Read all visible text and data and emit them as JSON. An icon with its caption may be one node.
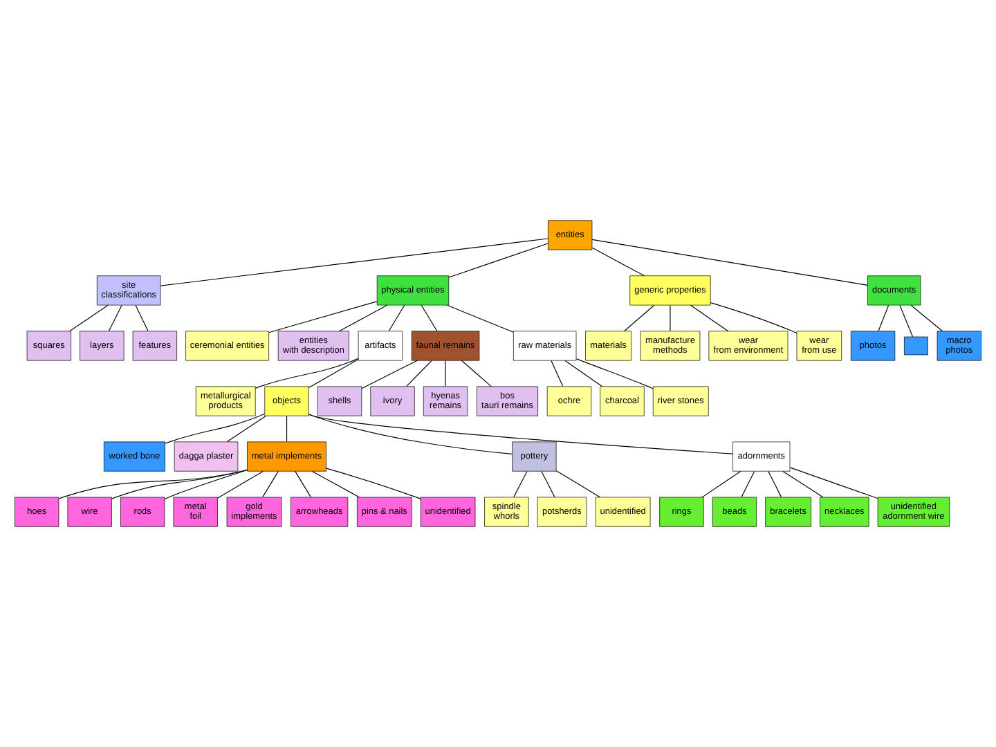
{
  "diagram": {
    "nodes": [
      {
        "text": [
          "entities"
        ]
      },
      {
        "text": [
          "site classifications"
        ]
      },
      {
        "text": [
          "squares"
        ]
      },
      {
        "text": [
          "layers"
        ]
      },
      {
        "text": [
          "features"
        ]
      },
      {
        "text": [
          "physical entities"
        ]
      },
      {
        "text": [
          "ceremonial entities"
        ]
      },
      {
        "text": [
          "entities with description"
        ]
      },
      {
        "text": [
          "artifacts"
        ]
      },
      {
        "text": [
          "faunal remains"
        ]
      },
      {
        "text": [
          "shells"
        ]
      },
      {
        "text": [
          "ivory"
        ]
      },
      {
        "text": [
          "hyenas remains"
        ]
      },
      {
        "text": [
          "bos tauri remains"
        ]
      },
      {
        "text": [
          "raw materials"
        ]
      },
      {
        "text": [
          "ochre"
        ]
      },
      {
        "text": [
          "charcoal"
        ]
      },
      {
        "text": [
          "river stones"
        ]
      },
      {
        "text": [
          "metallurgical products"
        ]
      },
      {
        "text": [
          "objects"
        ]
      },
      {
        "text": [
          "worked bone"
        ]
      },
      {
        "text": [
          "dagga plaster"
        ]
      },
      {
        "text": [
          "metal implements"
        ]
      },
      {
        "text": [
          "pottery"
        ]
      },
      {
        "text": [
          "adornments"
        ]
      },
      {
        "text": [
          "rings"
        ]
      },
      {
        "text": [
          "beads"
        ]
      },
      {
        "text": [
          "bracelets"
        ]
      },
      {
        "text": [
          "necklaces"
        ]
      },
      {
        "text": [
          "unidentified adornment wire"
        ]
      },
      {
        "text": [
          "hoes"
        ]
      },
      {
        "text": [
          "wire"
        ]
      },
      {
        "text": [
          "rods"
        ]
      },
      {
        "text": [
          "metal foil"
        ]
      },
      {
        "text": [
          "gold implements"
        ]
      },
      {
        "text": [
          "arrowheads"
        ]
      },
      {
        "text": [
          "pins & nails"
        ]
      },
      {
        "text": [
          "unidentified"
        ]
      },
      {
        "text": [
          "spindle whorls"
        ]
      },
      {
        "text": [
          "potsherds"
        ]
      },
      {
        "text": [
          "unidentified"
        ]
      },
      {
        "text": [
          "generic properties"
        ]
      },
      {
        "text": [
          "materials"
        ]
      },
      {
        "text": [
          "manufacture methods"
        ]
      },
      {
        "text": [
          "wear from environment"
        ]
      },
      {
        "text": [
          "wear from use"
        ]
      },
      {
        "text": [
          "documents"
        ]
      },
      {
        "text": [
          "photos"
        ]
      },
      {
        "text": [],
        "shape": "box"
      },
      {
        "text": [
          "macro photos"
        ]
      }
    ],
    "edges": [
      {
        "from": 0,
        "to": 1,
        "arrow": "none"
      },
      {
        "from": 0,
        "to": 5,
        "arrow": "none"
      },
      {
        "from": 0,
        "to": 41,
        "arrow": "none"
      },
      {
        "from": 0,
        "to": 46,
        "arrow": "none"
      },
      {
        "from": 1,
        "to": 2,
        "arrow": "none"
      },
      {
        "from": 1,
        "to": 3,
        "arrow": "none"
      },
      {
        "from": 1,
        "to": 4,
        "arrow": "none"
      },
      {
        "from": 5,
        "to": 9,
        "arrow": "none"
      },
      {
        "from": 5,
        "to": 14,
        "arrow": "none"
      },
      {
        "from": 5,
        "to": 8,
        "arrow": "none"
      },
      {
        "from": 5,
        "to": 7,
        "arrow": "none"
      },
      {
        "from": 5,
        "to": 6,
        "arrow": "none"
      },
      {
        "from": 9,
        "to": 10,
        "arrow": "none"
      },
      {
        "from": 9,
        "to": 11,
        "arrow": "none"
      },
      {
        "from": 9,
        "to": 12,
        "arrow": "none"
      },
      {
        "from": 9,
        "to": 13,
        "arrow": "none"
      },
      {
        "from": 14,
        "to": 15,
        "arrow": "none"
      },
      {
        "from": 14,
        "to": 16,
        "arrow": "none"
      },
      {
        "from": 14,
        "to": 17,
        "arrow": "none"
      },
      {
        "from": 8,
        "to": 18,
        "arrow": "none"
      },
      {
        "from": 8,
        "to": 19,
        "arrow": "none"
      },
      {
        "from": 19,
        "to": 20,
        "arrow": "none"
      },
      {
        "from": 19,
        "to": 22,
        "arrow": "none"
      },
      {
        "from": 19,
        "to": 21,
        "arrow": "none"
      },
      {
        "from": 19,
        "to": 23,
        "arrow": "none"
      },
      {
        "from": 19,
        "to": 24,
        "arrow": "none"
      },
      {
        "from": 24,
        "to": 25,
        "arrow": "none"
      },
      {
        "from": 24,
        "to": 26,
        "arrow": "none"
      },
      {
        "from": 24,
        "to": 27,
        "arrow": "none"
      },
      {
        "from": 24,
        "to": 28,
        "arrow": "none"
      },
      {
        "from": 24,
        "to": 29,
        "arrow": "none"
      },
      {
        "from": 22,
        "to": 30,
        "arrow": "none"
      },
      {
        "from": 22,
        "to": 31,
        "arrow": "none"
      },
      {
        "from": 22,
        "to": 32,
        "arrow": "none"
      },
      {
        "from": 22,
        "to": 33,
        "arrow": "none"
      },
      {
        "from": 22,
        "to": 34,
        "arrow": "none"
      },
      {
        "from": 22,
        "to": 35,
        "arrow": "none"
      },
      {
        "from": 22,
        "to": 36,
        "arrow": "none"
      },
      {
        "from": 22,
        "to": 37,
        "arrow": "none"
      },
      {
        "from": 23,
        "to": 38,
        "arrow": "none"
      },
      {
        "from": 23,
        "to": 39,
        "arrow": "none"
      },
      {
        "from": 23,
        "to": 40,
        "arrow": "none"
      },
      {
        "from": 41,
        "to": 42,
        "arrow": "none"
      },
      {
        "from": 41,
        "to": 43,
        "arrow": "none"
      },
      {
        "from": 41,
        "to": 45,
        "arrow": "none"
      },
      {
        "from": 41,
        "to": 44,
        "arrow": "none"
      },
      {
        "from": 46,
        "to": 47,
        "arrow": "none"
      },
      {
        "from": 46,
        "to": 48,
        "arrow": "none"
      },
      {
        "from": 46,
        "to": 49,
        "arrow": "none"
      }
    ]
  }
}
